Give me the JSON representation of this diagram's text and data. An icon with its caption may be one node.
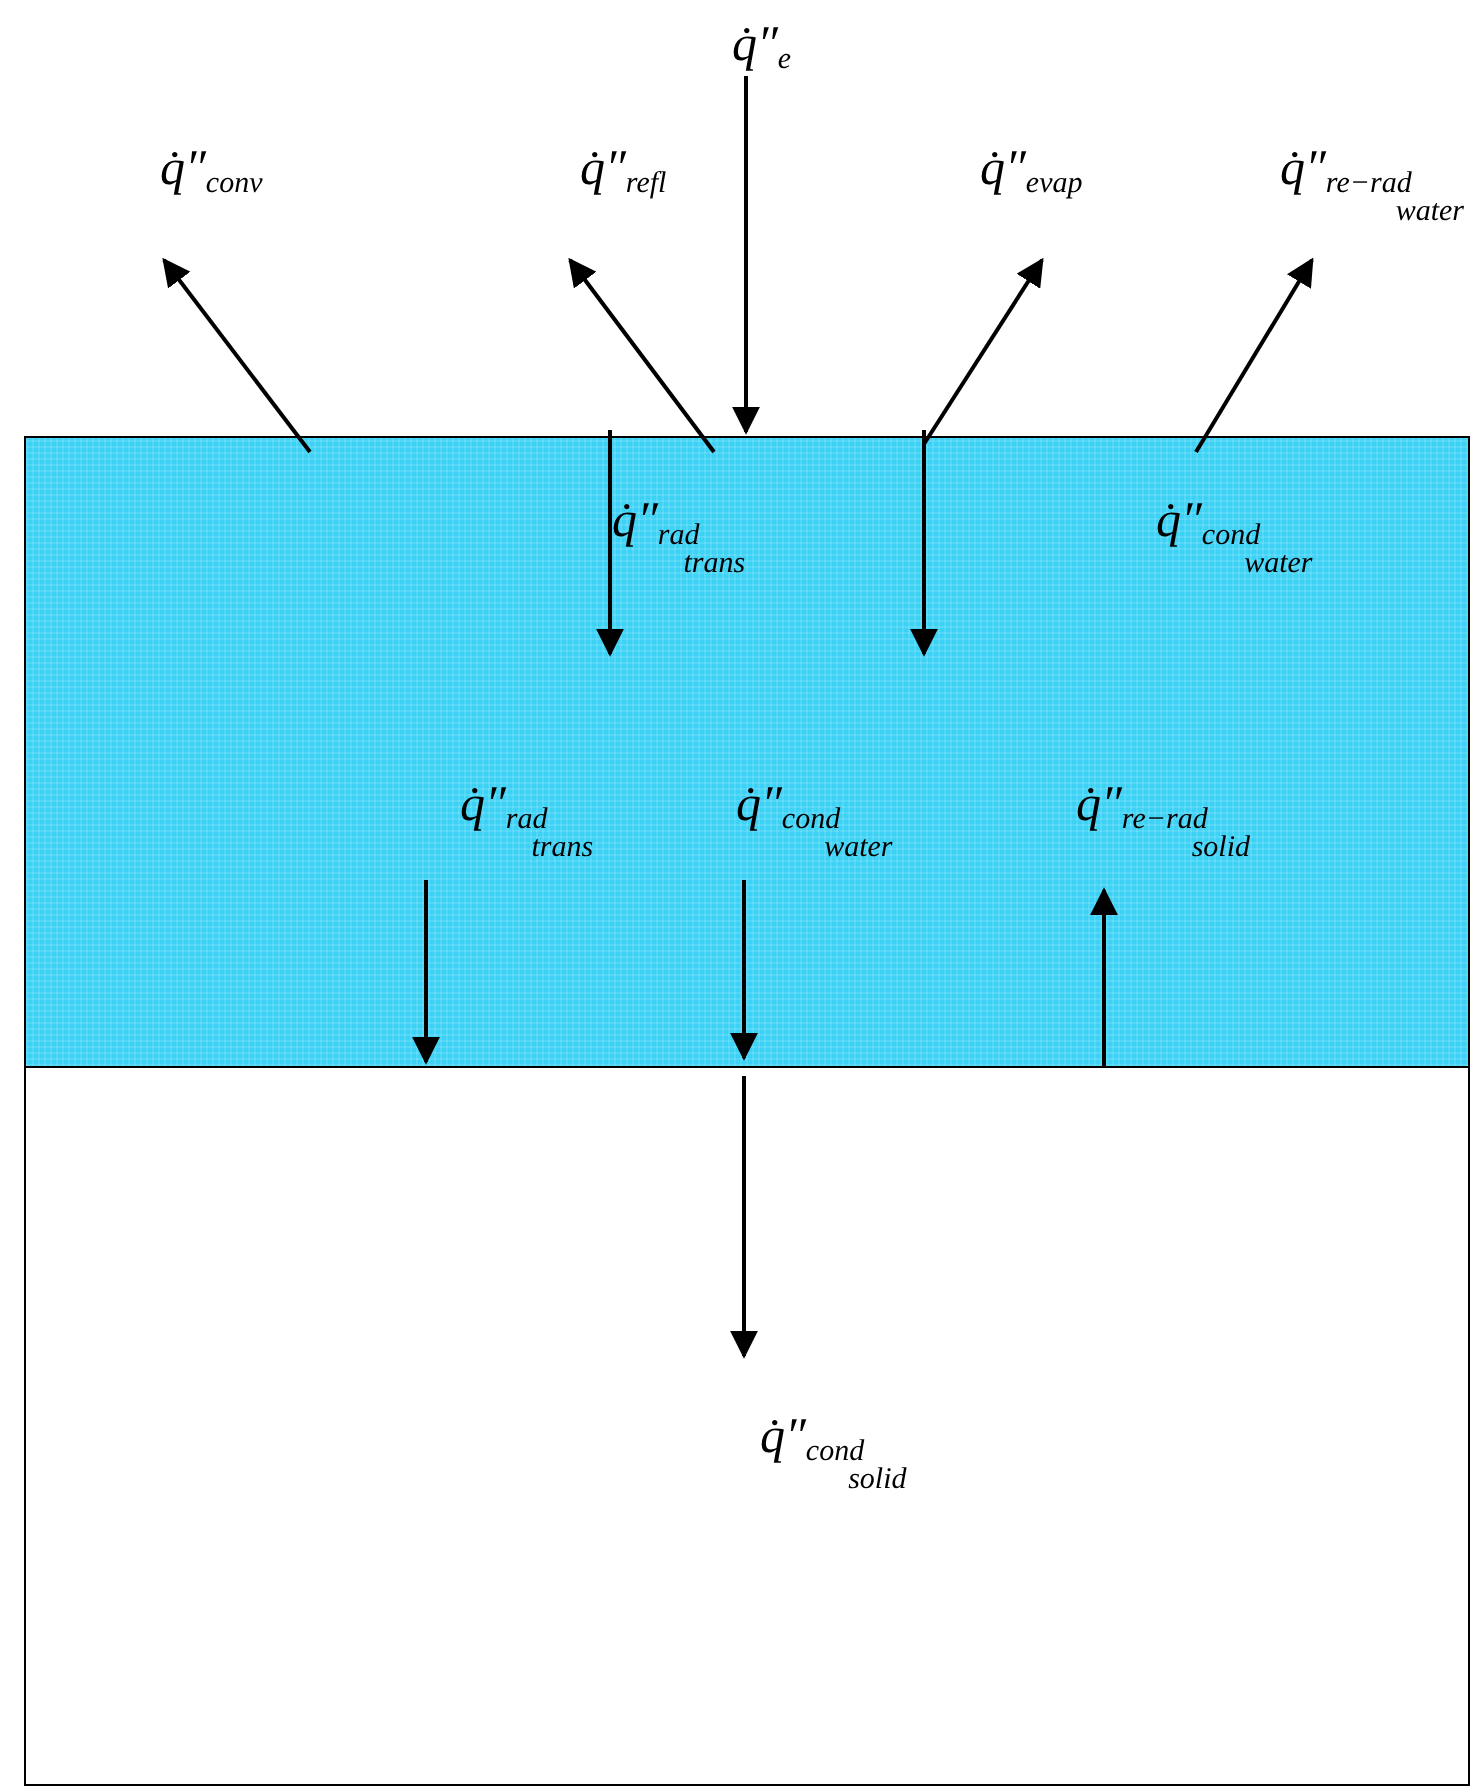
{
  "diagram": {
    "nodes": [
      {
        "text": [],
        "shape": "box"
      },
      {
        "text": [],
        "shape": "box"
      }
    ],
    "labels": [
      "q̇″$_{e}$",
      "q̇″$_{conv}$",
      "q̇″$_{refl}$",
      "q̇″$_{evap}$",
      "q̇″$_{re−rad}$$_{water}$",
      "q̇″$_{rad}$$_{trans}$",
      "q̇″$_{cond}$$_{water}$",
      "q̇″$_{rad}$$_{trans}$",
      "q̇″$_{cond}$$_{water}$",
      "q̇″$_{re−rad}$$_{solid}$",
      "q̇″$_{cond}$$_{solid}$"
    ]
  }
}
